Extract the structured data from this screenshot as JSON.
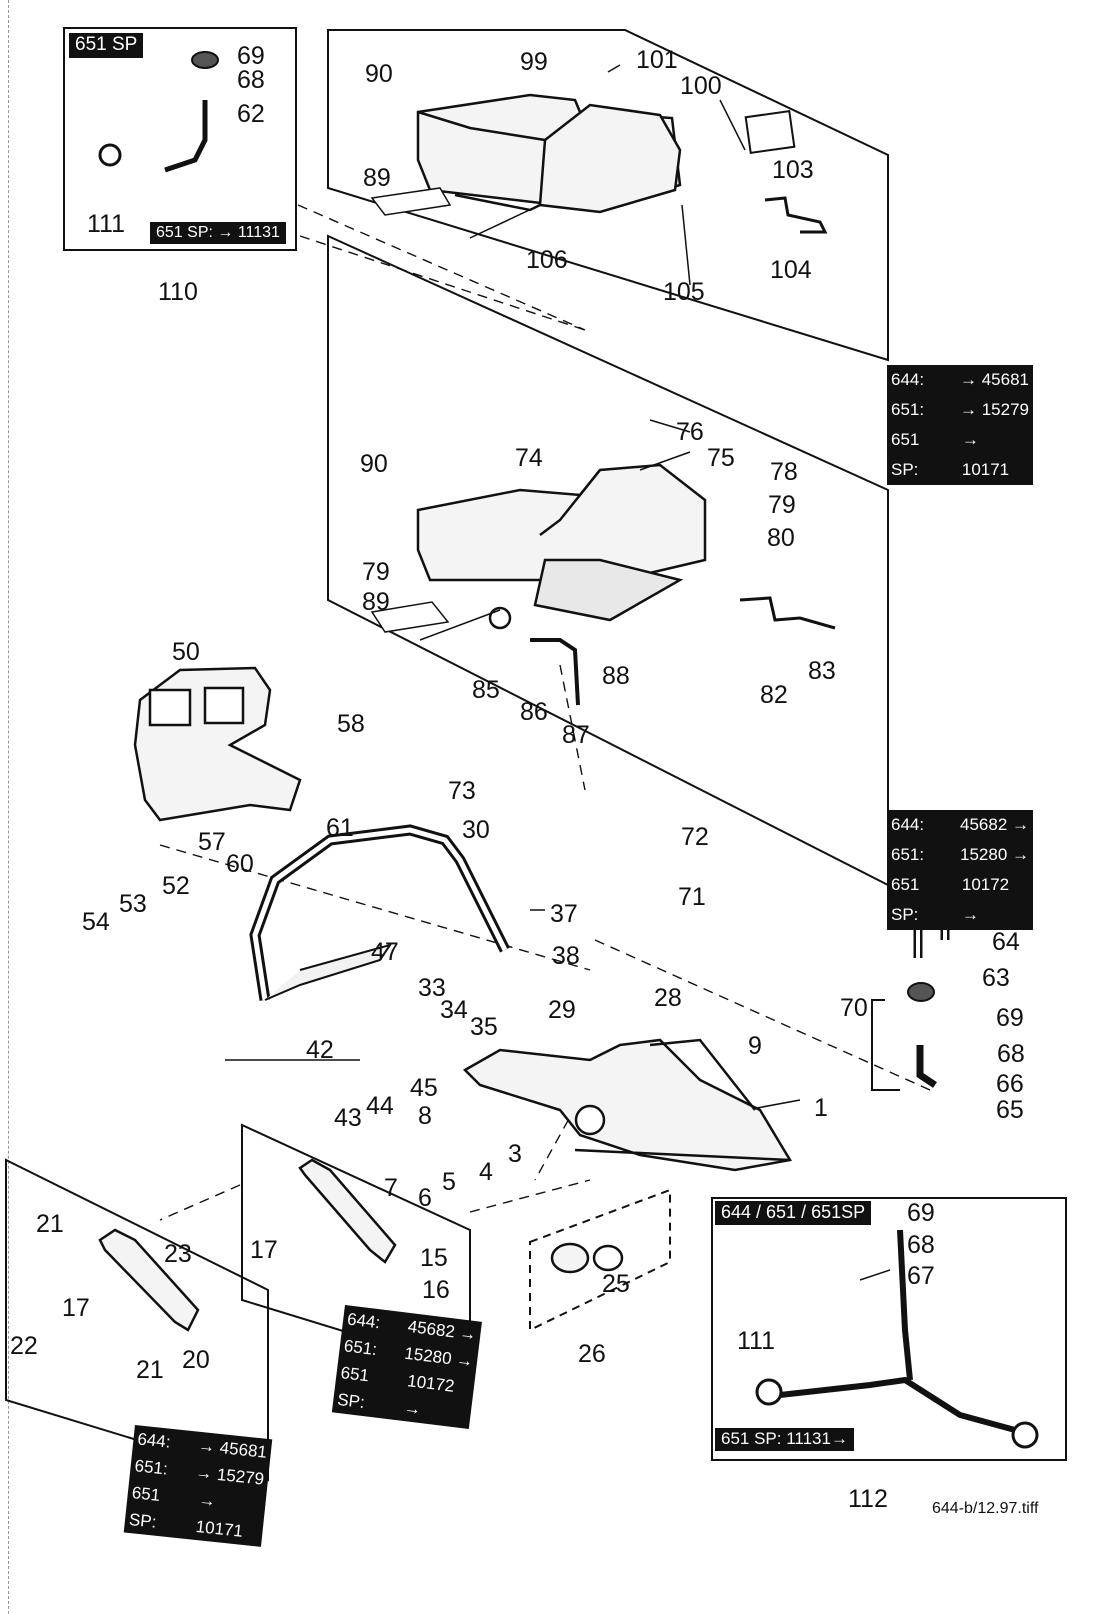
{
  "inset_top_left": {
    "header_tag": "651 SP",
    "footer_tag": "651 SP: → 11131",
    "parts": [
      "69",
      "68",
      "62",
      "111"
    ],
    "callout": "110"
  },
  "inset_bottom_right": {
    "header_tag": "644 / 651 / 651SP",
    "footer_tag": "651 SP: 11131→",
    "parts": [
      "69",
      "68",
      "67",
      "111"
    ],
    "callout": "112"
  },
  "serial_boxes": {
    "tank_upper": [
      [
        "644:",
        "→ 45681"
      ],
      [
        "651:",
        "→ 15279"
      ],
      [
        "651 SP:",
        "→ 10171"
      ]
    ],
    "tank_lower": [
      [
        "644:",
        "45682 →"
      ],
      [
        "651:",
        "15280 →"
      ],
      [
        "651 SP:",
        "10172 →"
      ]
    ],
    "handle_mid": [
      [
        "644:",
        "45682 →"
      ],
      [
        "651:",
        "15280 →"
      ],
      [
        "651 SP:",
        "10172 →"
      ]
    ],
    "handle_left": [
      [
        "644:",
        "→ 45681"
      ],
      [
        "651:",
        "→ 15279"
      ],
      [
        "651 SP:",
        "→ 10171"
      ]
    ]
  },
  "part_labels": {
    "p90a": "90",
    "p99": "99",
    "p101": "101",
    "p100": "100",
    "p103": "103",
    "p89a": "89",
    "p106": "106",
    "p105": "105",
    "p104": "104",
    "p90b": "90",
    "p74": "74",
    "p76": "76",
    "p75": "75",
    "p78": "78",
    "p79a": "79",
    "p80": "80",
    "p79b": "79",
    "p89b": "89",
    "p85": "85",
    "p86": "86",
    "p87": "87",
    "p88": "88",
    "p82": "82",
    "p83": "83",
    "p50": "50",
    "p58": "58",
    "p61": "61",
    "p57": "57",
    "p60": "60",
    "p52": "52",
    "p54": "54",
    "p53": "53",
    "p30": "30",
    "p73": "73",
    "p72": "72",
    "p71": "71",
    "p37": "37",
    "p38": "38",
    "p47": "47",
    "p33": "33",
    "p34": "34",
    "p35": "35",
    "p29": "29",
    "p28": "28",
    "p42": "42",
    "p45": "45",
    "p43": "43",
    "p44": "44",
    "p9": "9",
    "p1": "1",
    "p8": "8",
    "p3": "3",
    "p7": "7",
    "p6": "6",
    "p5": "5",
    "p4": "4",
    "p64": "64",
    "p63": "63",
    "p70": "70",
    "p69": "69",
    "p68": "68",
    "p66": "66",
    "p65": "65",
    "p17a": "17",
    "p15": "15",
    "p16": "16",
    "p25": "25",
    "p26": "26",
    "p21a": "21",
    "p23": "23",
    "p17b": "17",
    "p22": "22",
    "p21b": "21",
    "p20": "20"
  },
  "file_name": "644-b/12.97.tiff"
}
